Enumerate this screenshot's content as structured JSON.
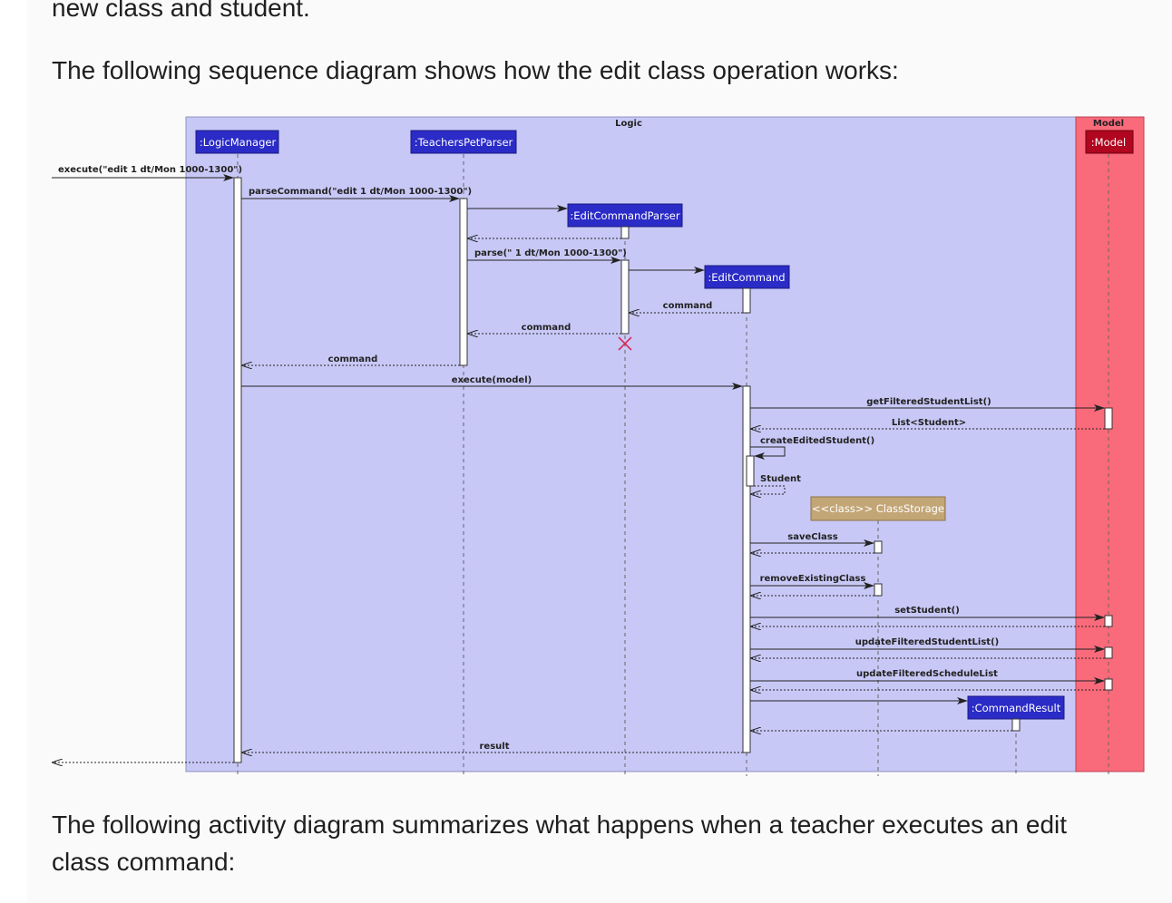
{
  "text": {
    "top_line": "new class and student.",
    "intro_sequence": "The following sequence diagram shows how the edit class operation works:",
    "intro_activity": "The following activity diagram summarizes what happens when a teacher executes an edit class command:"
  },
  "diagram": {
    "frames": {
      "logic": "Logic",
      "model": "Model"
    },
    "participants": {
      "logic_manager": ":LogicManager",
      "parser": ":TeachersPetParser",
      "edit_parser": ":EditCommandParser",
      "edit_command": ":EditCommand",
      "class_storage": "<<class>> ClassStorage",
      "command_result": ":CommandResult",
      "model": ":Model"
    },
    "messages": {
      "execute_call": "execute(\"edit 1 dt/Mon 1000-1300\")",
      "parse_command": "parseCommand(\"edit 1 dt/Mon 1000-1300\")",
      "parse": "parse(\" 1 dt/Mon 1000-1300\")",
      "command_1": "command",
      "command_2": "command",
      "command_3": "command",
      "execute_model": "execute(model)",
      "get_filtered": "getFilteredStudentList()",
      "list_student": "List<Student>",
      "create_edited": "createEditedStudent()",
      "student": "Student",
      "save_class": "saveClass",
      "remove_existing": "removeExistingClass",
      "set_student": "setStudent()",
      "update_filtered_student": "updateFilteredStudentList()",
      "update_filtered_schedule": "updateFilteredScheduleList",
      "result": "result"
    },
    "colors": {
      "logic_frame": "#c8c8f7",
      "model_frame": "#f96a7b",
      "participant_box": "#2b2bc7",
      "model_box": "#b0061f",
      "class_box": "#c3a676",
      "destroy_mark": "#d82b56"
    }
  }
}
